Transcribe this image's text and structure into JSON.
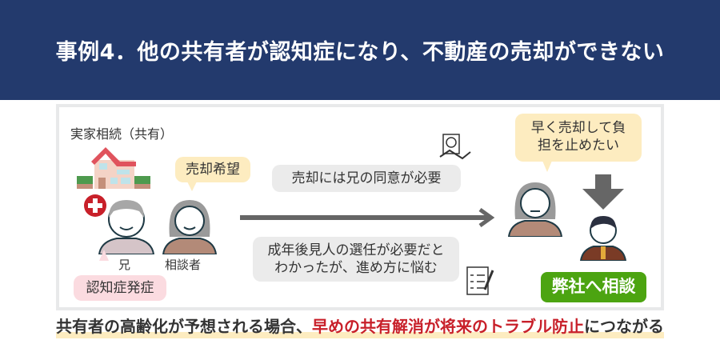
{
  "header": {
    "title": "事例4．他の共有者が認知症になり、不動産の売却ができない"
  },
  "diagram": {
    "section_title": "実家相続（共有）",
    "bubble_sale_wish": "売却希望",
    "brother_label": "兄",
    "consultant_label": "相談者",
    "bubble_dementia": "認知症発症",
    "note_consent": "売却には兄の同意が必要",
    "note_guardian_line1": "成年後見人の選任が必要だと",
    "note_guardian_line2": "わかったが、進め方に悩む",
    "bubble_want_sell_line1": "早く売却して負",
    "bubble_want_sell_line2": "担を止めたい",
    "consult_button": "弊社へ相談"
  },
  "footer": {
    "text_before": "共有者の高齢化が予想される場合、",
    "text_highlight": "早めの共有解消が将来のトラブル防止",
    "text_after": "につながる"
  },
  "colors": {
    "header_bg": "#233a6d",
    "accent_red": "#c8202a",
    "green": "#4ca411",
    "yellow": "#fdecc0",
    "pink": "#fbdbe0"
  }
}
